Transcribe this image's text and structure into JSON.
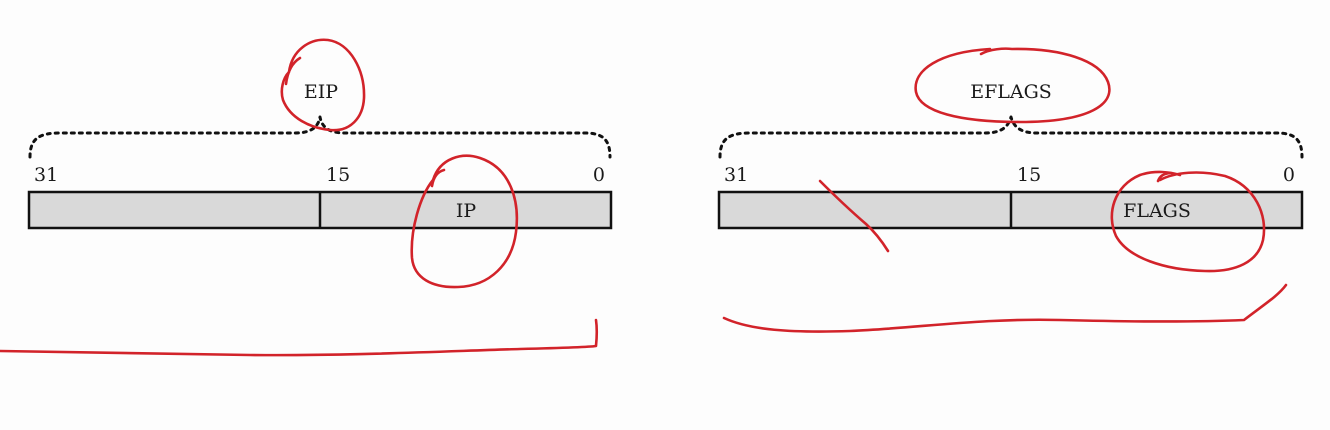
{
  "colors": {
    "annotation": "#d2232a",
    "register_fill": "#d9d9d9",
    "outline": "#111111"
  },
  "registers": [
    {
      "name": "EIP",
      "low_name": "IP",
      "bits": {
        "high": "31",
        "mid": "15",
        "low": "0"
      }
    },
    {
      "name": "EFLAGS",
      "low_name": "FLAGS",
      "bits": {
        "high": "31",
        "mid": "15",
        "low": "0"
      }
    }
  ]
}
